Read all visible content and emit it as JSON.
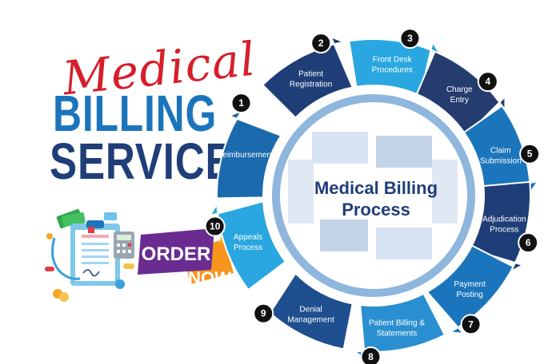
{
  "header": {
    "script_word": "Medical",
    "line1": "BILLING",
    "line2": "SERVICE"
  },
  "cta": {
    "line1": "ORDER",
    "line2": "NOW"
  },
  "diagram": {
    "center_line1": "Medical Billing",
    "center_line2": "Process",
    "steps": [
      {
        "number": "1",
        "line1": "Patient",
        "line2": "Registration",
        "color": "#1f3e78"
      },
      {
        "number": "2",
        "line1": "Front Desk",
        "line2": "Procedures",
        "color": "#2aa7e0"
      },
      {
        "number": "3",
        "line1": "Charge",
        "line2": "Entry",
        "color": "#243c6e"
      },
      {
        "number": "4",
        "line1": "Claim",
        "line2": "Submission",
        "color": "#1b75bc"
      },
      {
        "number": "5",
        "line1": "Adjudication",
        "line2": "Process",
        "color": "#1f3e78"
      },
      {
        "number": "6",
        "line1": "Payment",
        "line2": "Posting",
        "color": "#1b75bc"
      },
      {
        "number": "7",
        "line1": "Patient Billing &",
        "line2": "Statements",
        "color": "#2a8fd0"
      },
      {
        "number": "8",
        "line1": "Denial",
        "line2": "Management",
        "color": "#1f4f8f"
      },
      {
        "number": "9",
        "line1": "Appeals",
        "line2": "Process",
        "color": "#2aa7e0"
      },
      {
        "number": "10",
        "line1": "Reimbursement",
        "line2": "",
        "color": "#1b6aad"
      }
    ]
  },
  "colors": {
    "red": "#d51f2b",
    "blue": "#1b75bc",
    "navy": "#1f3e78",
    "cta_purple": "#6a2c91",
    "cta_orange": "#f7941d"
  },
  "icons": [
    "clipboard-icon",
    "stethoscope-icon",
    "calculator-icon",
    "money-icon",
    "pills-icon",
    "coins-icon"
  ]
}
